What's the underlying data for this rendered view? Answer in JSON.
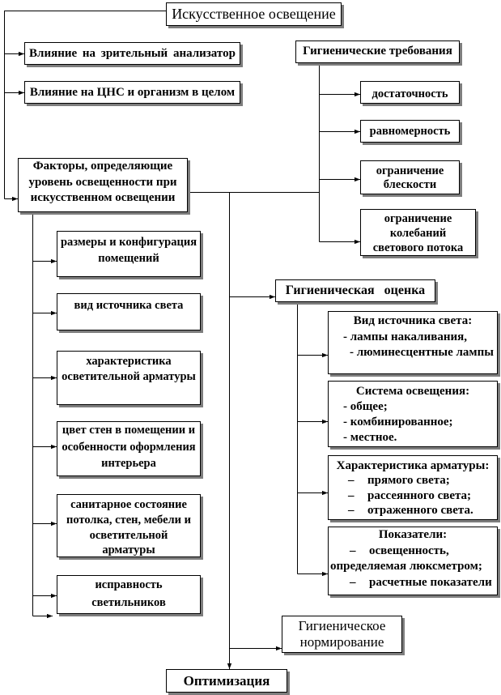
{
  "title": "Искусственное освещение",
  "effects": {
    "visual_analyzer": "Влияние на зрительный анализатор",
    "cns": "Влияние на ЦНС и организм в целом"
  },
  "factors": {
    "lines": [
      "Факторы, определяющие",
      "уровень освещенности при",
      "искусственном освещении"
    ],
    "items": [
      [
        "размеры и конфигурация",
        "помещений"
      ],
      [
        "вид источника света"
      ],
      [
        "характеристика",
        "осветительной арматуры"
      ],
      [
        "цвет стен в помещении и",
        "особенности оформления",
        "интерьера"
      ],
      [
        "санитарное состояние",
        "потолка, стен, мебели и",
        "осветительной",
        "арматуры"
      ],
      [
        "исправность",
        "светильников"
      ]
    ]
  },
  "requirements": {
    "title": "Гигиенические требования",
    "items": [
      [
        "достаточность"
      ],
      [
        "равномерность"
      ],
      [
        "ограничение",
        "блескости"
      ],
      [
        "ограничение",
        "колебаний",
        "светового потока"
      ]
    ]
  },
  "assessment": {
    "title": "Гигиеническая оценка",
    "light_source": {
      "heading": "Вид источника света:",
      "lines": [
        "- лампы накаливания,",
        "- люминесцентные лампы"
      ]
    },
    "lighting_system": {
      "heading": "Система освещения:",
      "lines": [
        "- общее;",
        "- комбинированное;",
        "- местное."
      ]
    },
    "fixtures": {
      "heading": "Характеристика арматуры:",
      "lines": [
        {
          "dash": "–",
          "text": "прямого света;"
        },
        {
          "dash": "–",
          "text": "рассеянного света;"
        },
        {
          "dash": "–",
          "text": "отраженного света."
        }
      ]
    },
    "indicators": {
      "heading": "Показатели:",
      "lines": [
        {
          "dash": "–",
          "text": "освещенность,"
        },
        {
          "text": "определяемая люксметром;"
        },
        {
          "dash": "–",
          "text": "расчетные показатели"
        }
      ]
    }
  },
  "normalization": [
    "Гигиеническое",
    "нормирование"
  ],
  "optimization": "Оптимизация"
}
